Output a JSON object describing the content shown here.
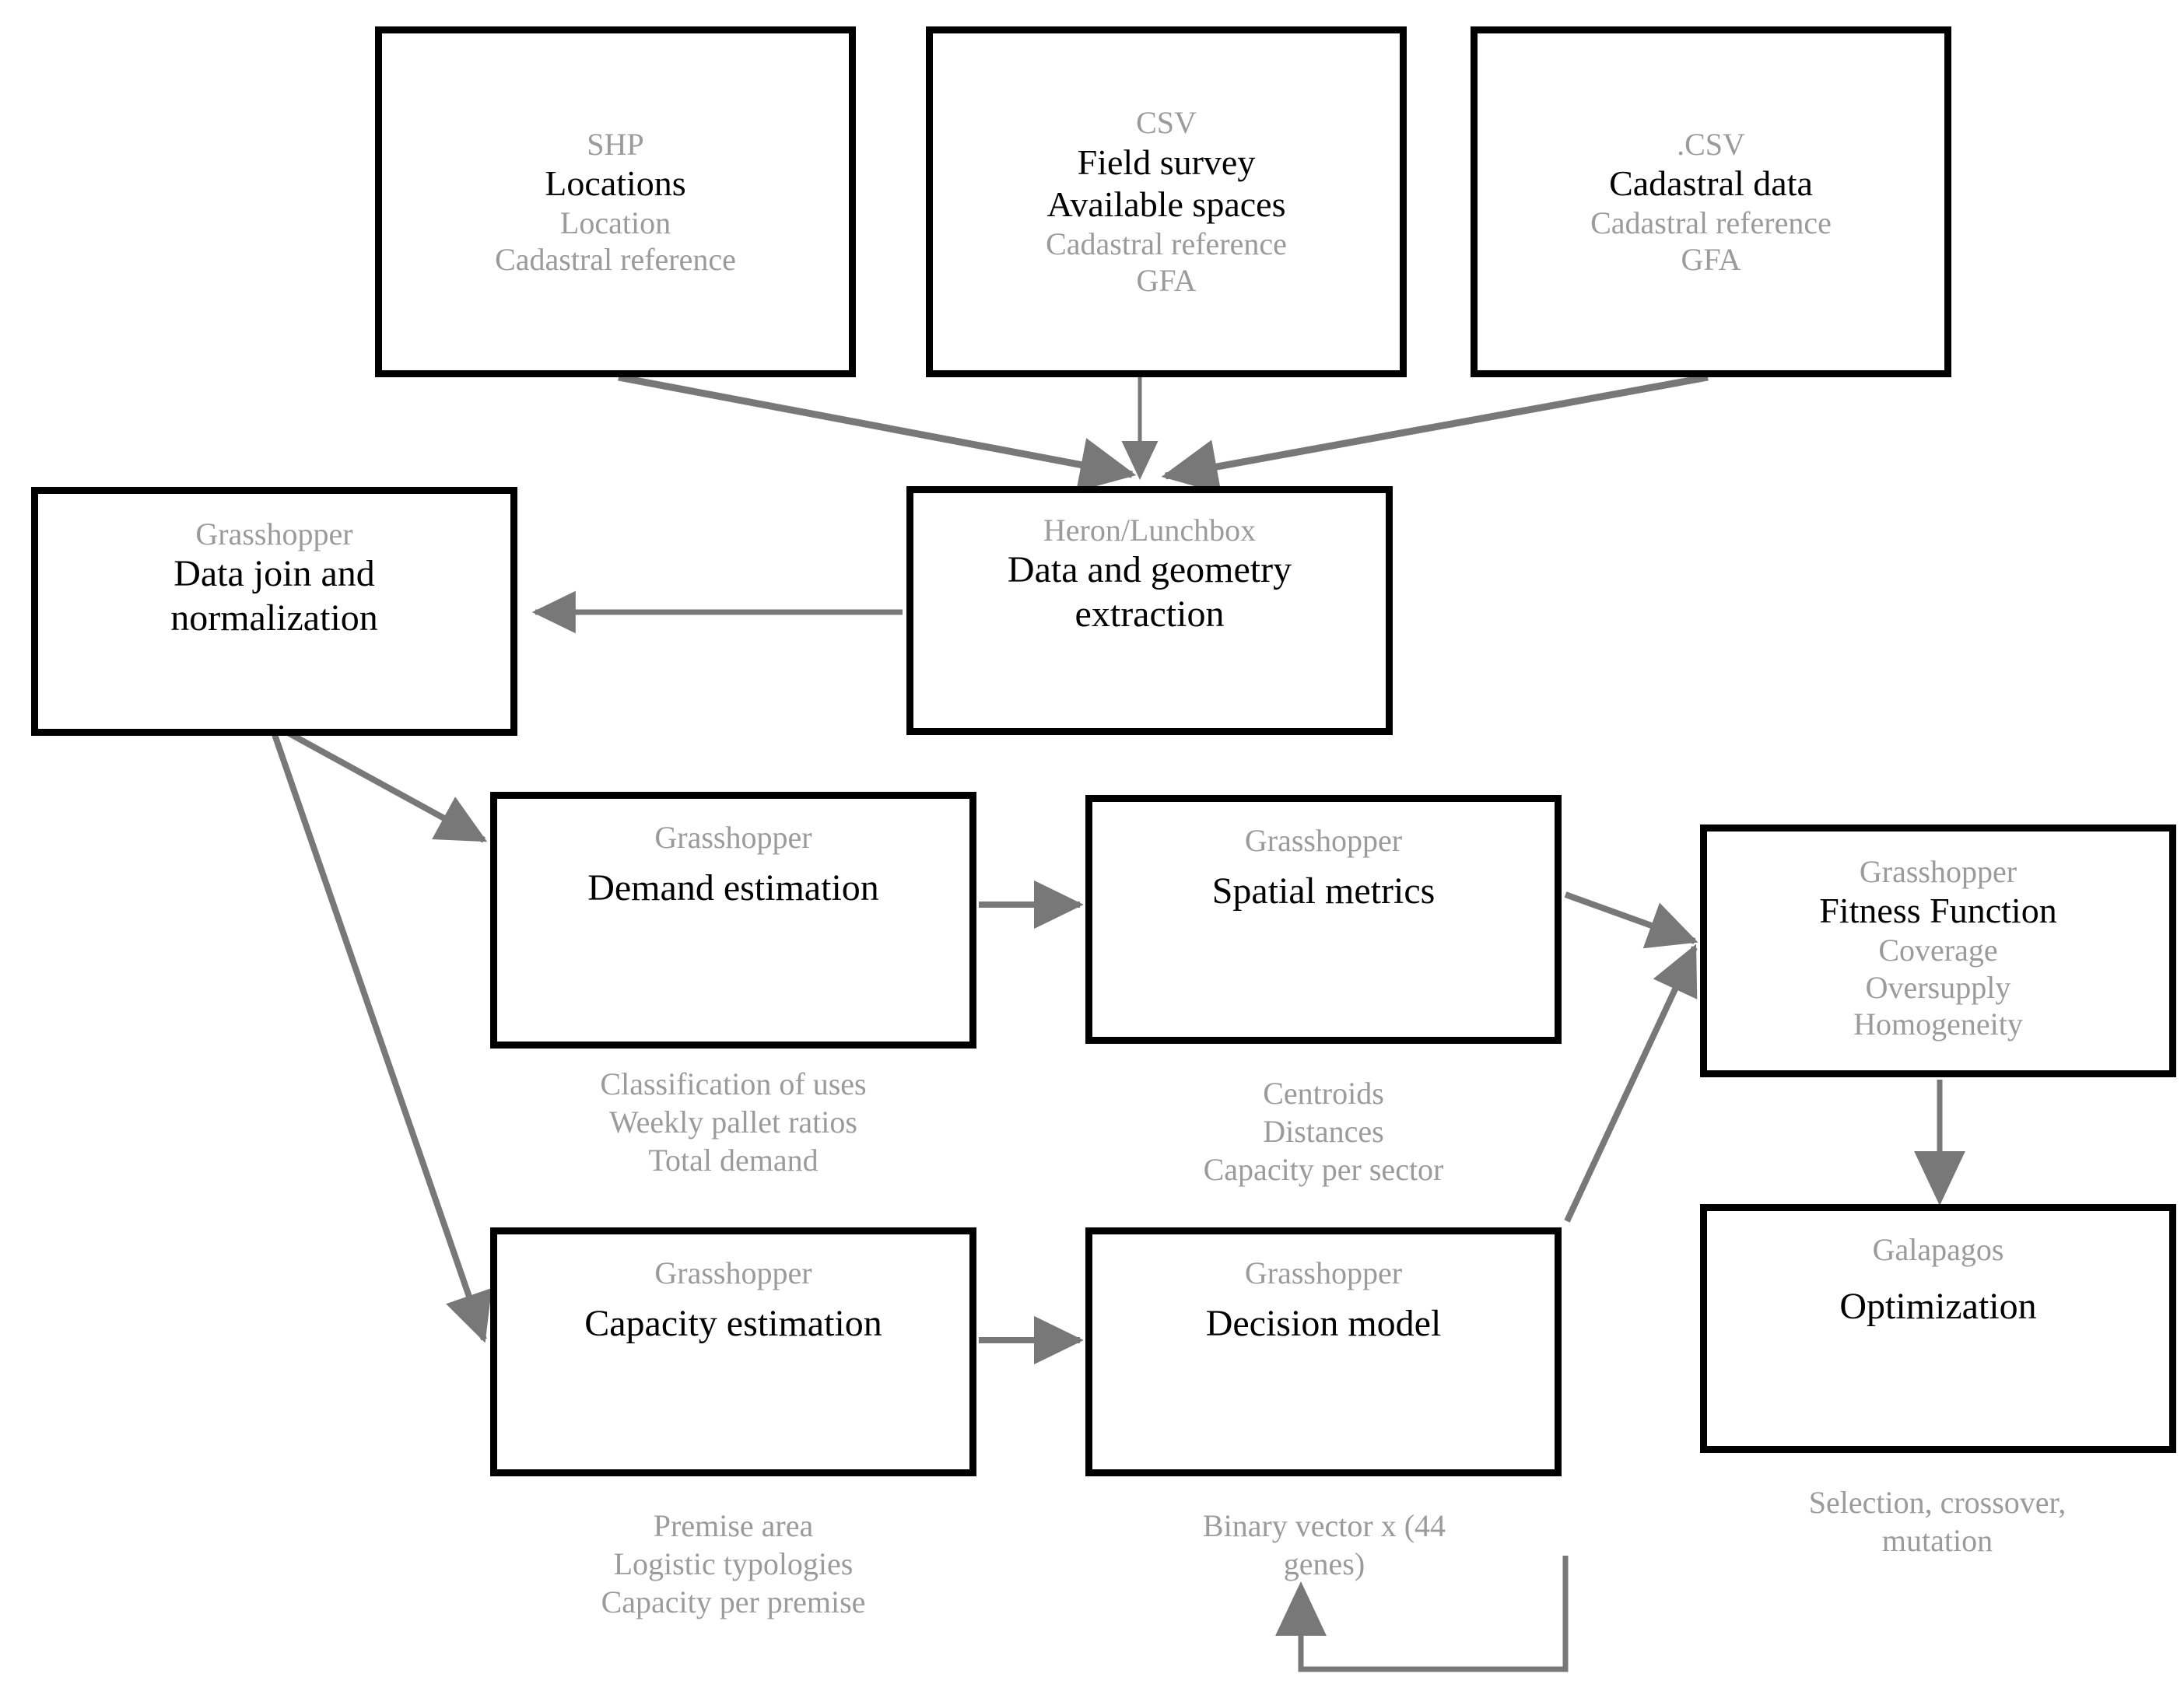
{
  "diagram": {
    "title": "Workflow diagram",
    "colors": {
      "box_border": "#000000",
      "box_fill": "#ffffff",
      "secondary_text": "#9b9b9b",
      "primary_text": "#000000",
      "arrow": "#787878"
    }
  },
  "nodes": {
    "locations": {
      "tool": "SHP",
      "title": "Locations",
      "attrs": [
        "Location",
        "Cadastral reference"
      ]
    },
    "field_survey": {
      "tool": "CSV",
      "title_line1": "Field survey",
      "title_line2": "Available spaces",
      "attrs": [
        "Cadastral reference",
        "GFA"
      ]
    },
    "cadastral_data": {
      "tool": ".CSV",
      "title": "Cadastral data",
      "attrs": [
        "Cadastral reference",
        "GFA"
      ]
    },
    "data_join": {
      "tool": "Grasshopper",
      "title_line1": "Data join and",
      "title_line2": "normalization"
    },
    "data_geometry_extraction": {
      "tool": "Heron/Lunchbox",
      "title_line1": "Data and geometry",
      "title_line2": "extraction"
    },
    "demand_estimation": {
      "tool": "Grasshopper",
      "title": "Demand estimation",
      "caption": [
        "Classification of uses",
        "Weekly pallet ratios",
        "Total demand"
      ]
    },
    "spatial_metrics": {
      "tool": "Grasshopper",
      "title": "Spatial metrics",
      "caption": [
        "Centroids",
        "Distances",
        "Capacity per sector"
      ]
    },
    "fitness_function": {
      "tool": "Grasshopper",
      "title": "Fitness Function",
      "attrs": [
        "Coverage",
        "Oversupply",
        "Homogeneity"
      ]
    },
    "capacity_estimation": {
      "tool": "Grasshopper",
      "title": "Capacity estimation",
      "caption": [
        "Premise area",
        "Logistic typologies",
        "Capacity per premise"
      ]
    },
    "decision_model": {
      "tool": "Grasshopper",
      "title": "Decision model",
      "caption": [
        "Binary vector x (44",
        "genes)"
      ]
    },
    "optimization": {
      "tool": "Galapagos",
      "title": "Optimization",
      "caption": [
        "Selection, crossover,",
        "mutation"
      ]
    }
  }
}
